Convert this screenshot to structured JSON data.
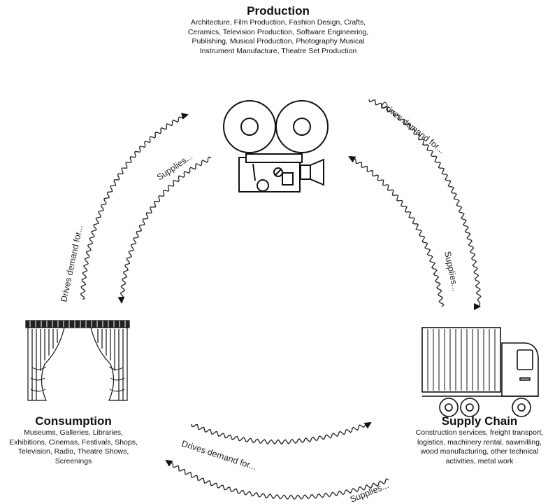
{
  "production": {
    "title": "Production",
    "description": "Architecture, Film Production, Fashion Design, Crafts, Ceramics, Television Production, Software Engineering, Publishing, Musical Production, Photography Musical Instrument Manufacture, Theatre Set Production"
  },
  "consumption": {
    "title": "Consumption",
    "description": "Museums, Galleries, Libraries, Exhibitions, Cinemas, Festivals, Shops, Television, Radio, Theatre Shows, Screenings"
  },
  "supply_chain": {
    "title": "Supply Chain",
    "description": "Construction services, freight transport, logistics, machinery rental, sawmilling, wood manufacturing, other technical activities, metal work"
  },
  "arrows": {
    "consumption_to_production": "Drives demand for...",
    "production_to_consumption": "Supplies...",
    "production_to_supply": "Drives demand for...",
    "supply_to_production": "Supplies...",
    "consumption_to_supply": "Drives demand for...",
    "supply_to_consumption": "Supplies..."
  },
  "icons": {
    "production": "film-camera-icon",
    "consumption": "theatre-curtain-icon",
    "supply_chain": "delivery-truck-icon"
  }
}
